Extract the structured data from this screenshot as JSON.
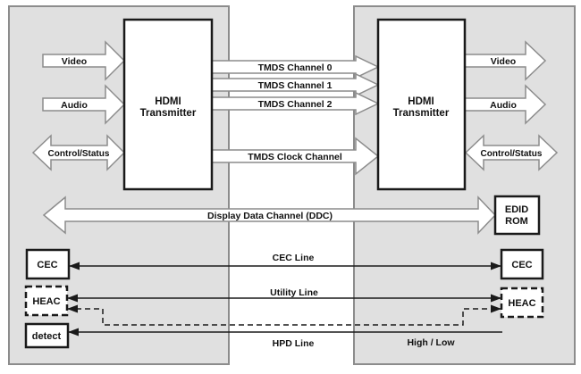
{
  "title": "HDMI source-sink interconnect block diagram",
  "colors": {
    "panel_fill": "#e0e0e0",
    "panel_border": "#8c8c8c",
    "arrow_fill": "#ffffff",
    "arrow_border": "#8c8c8c",
    "box_border": "#1a1a1a",
    "line": "#1a1a1a",
    "text": "#111111"
  },
  "left_panel": {
    "inputs": {
      "video": "Video",
      "audio": "Audio",
      "control": "Control/Status"
    },
    "transmitter": {
      "line1": "HDMI",
      "line2": "Transmitter"
    },
    "cec": "CEC",
    "heac": "HEAC",
    "detect": "detect"
  },
  "right_panel": {
    "outputs": {
      "video": "Video",
      "audio": "Audio",
      "control": "Control/Status"
    },
    "transmitter": {
      "line1": "HDMI",
      "line2": "Transmitter"
    },
    "edid": {
      "line1": "EDID",
      "line2": "ROM"
    },
    "cec": "CEC",
    "heac": "HEAC",
    "hpd_level": "High / Low"
  },
  "channels": {
    "tmds0": "TMDS Channel 0",
    "tmds1": "TMDS Channel 1",
    "tmds2": "TMDS Channel 2",
    "tmds_clock": "TMDS Clock Channel",
    "ddc": "Display Data Channel (DDC)",
    "cec_line": "CEC Line",
    "utility_line": "Utility Line",
    "hpd_line": "HPD Line"
  }
}
